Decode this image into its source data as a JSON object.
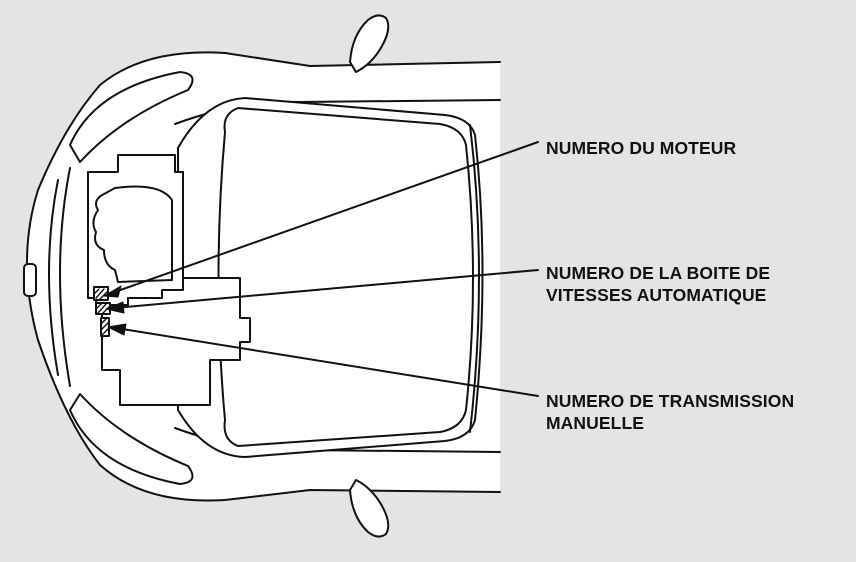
{
  "callouts": {
    "engine": {
      "lines": [
        "NUMERO DU MOTEUR"
      ]
    },
    "automatic": {
      "lines": [
        "NUMERO DE LA BOITE DE",
        "VITESSES AUTOMATIQUE"
      ]
    },
    "manual": {
      "lines": [
        "NUMERO DE TRANSMISSION",
        "MANUELLE"
      ]
    }
  },
  "colors": {
    "background": "#e4e4e4",
    "stroke": "#111111",
    "fill": "#ffffff"
  }
}
